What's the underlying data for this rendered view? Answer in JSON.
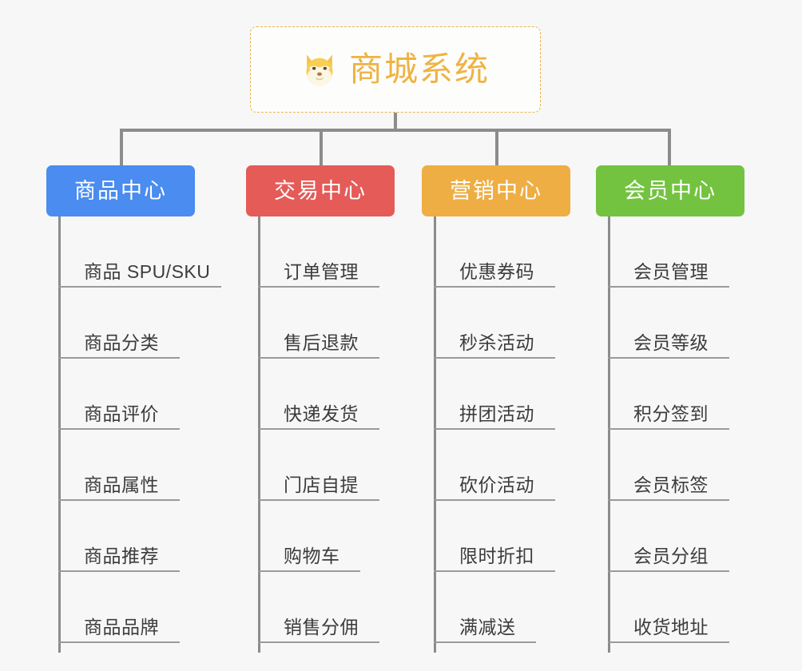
{
  "diagram": {
    "type": "org-tree",
    "background_color": "#f7f7f7",
    "connector_color": "#8c8c8c",
    "leaf_text_color": "#3c3c3c",
    "leaf_rule_color": "#9a9a9a"
  },
  "root": {
    "title": "商城系统",
    "icon": "shiba-dog-face-emoji",
    "text_color": "#eeb344",
    "border_color": "#e9b44a",
    "background_color": "#fdfdfc"
  },
  "columns": [
    {
      "id": "product-center",
      "label": "商品中心",
      "color": "#4a8cf0",
      "items": [
        {
          "label": "商品 SPU/SKU",
          "rule_width": 204
        },
        {
          "label": "商品分类",
          "rule_width": 152
        },
        {
          "label": "商品评价",
          "rule_width": 152
        },
        {
          "label": "商品属性",
          "rule_width": 152
        },
        {
          "label": "商品推荐",
          "rule_width": 152
        },
        {
          "label": "商品品牌",
          "rule_width": 152
        }
      ]
    },
    {
      "id": "trade-center",
      "label": "交易中心",
      "color": "#e45b58",
      "items": [
        {
          "label": "订单管理",
          "rule_width": 152
        },
        {
          "label": "售后退款",
          "rule_width": 152
        },
        {
          "label": "快递发货",
          "rule_width": 152
        },
        {
          "label": "门店自提",
          "rule_width": 152
        },
        {
          "label": "购物车",
          "rule_width": 128
        },
        {
          "label": "销售分佣",
          "rule_width": 152
        }
      ]
    },
    {
      "id": "marketing-center",
      "label": "营销中心",
      "color": "#eeae43",
      "items": [
        {
          "label": "优惠券码",
          "rule_width": 152
        },
        {
          "label": "秒杀活动",
          "rule_width": 152
        },
        {
          "label": "拼团活动",
          "rule_width": 152
        },
        {
          "label": "砍价活动",
          "rule_width": 152
        },
        {
          "label": "限时折扣",
          "rule_width": 152
        },
        {
          "label": "满减送",
          "rule_width": 128
        }
      ]
    },
    {
      "id": "member-center",
      "label": "会员中心",
      "color": "#73c341",
      "items": [
        {
          "label": "会员管理",
          "rule_width": 152
        },
        {
          "label": "会员等级",
          "rule_width": 152
        },
        {
          "label": "积分签到",
          "rule_width": 152
        },
        {
          "label": "会员标签",
          "rule_width": 152
        },
        {
          "label": "会员分组",
          "rule_width": 152
        },
        {
          "label": "收货地址",
          "rule_width": 152
        }
      ]
    }
  ]
}
